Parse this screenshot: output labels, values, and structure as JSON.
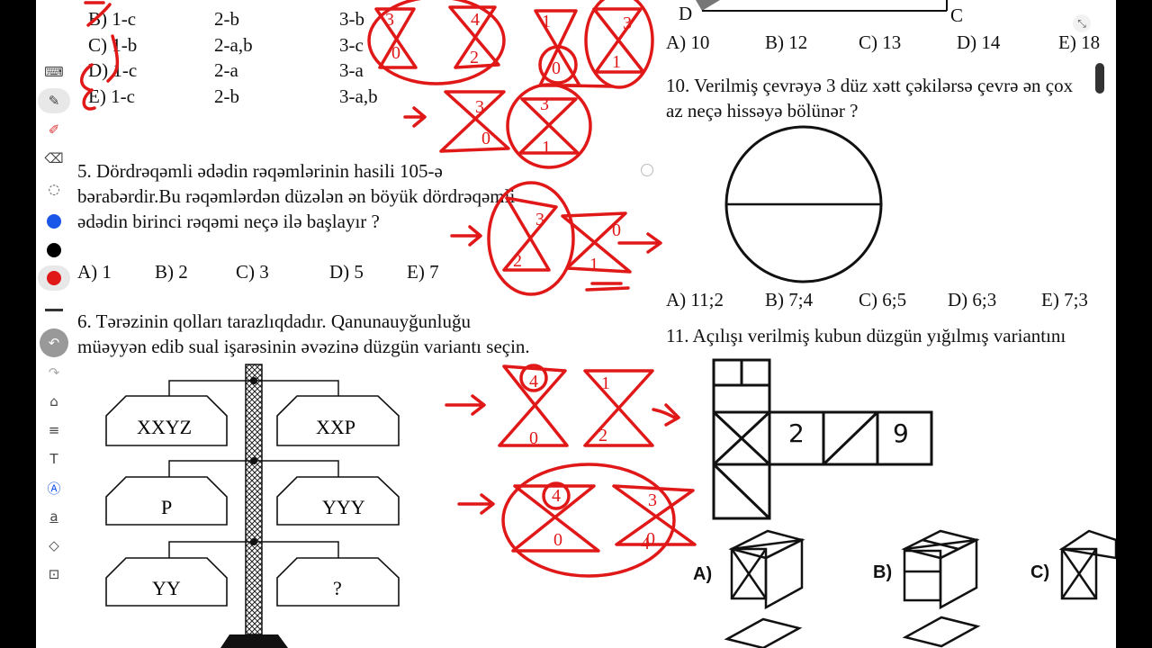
{
  "toolbar": {
    "tools": [
      "keyboard-icon",
      "pen-icon",
      "highlighter-icon",
      "eraser-icon",
      "lasso-icon",
      "color-blue",
      "color-black",
      "color-red",
      "undo-icon",
      "redo-icon",
      "shape-icon",
      "text-format-icon",
      "text-icon",
      "style-icon",
      "field-icon",
      "shapes-icon",
      "lock-icon"
    ],
    "colors": {
      "blue": "#1a56e8",
      "black": "#000000",
      "red": "#e01818"
    }
  },
  "q4": {
    "rows": [
      {
        "opt": "B) 1-c",
        "c2": "2-b",
        "c3": "3-b"
      },
      {
        "opt": "C) 1-b",
        "c2": "2-a,b",
        "c3": "3-c"
      },
      {
        "opt": "D) 1-c",
        "c2": "2-a",
        "c3": "3-a"
      },
      {
        "opt": "E) 1-c",
        "c2": "2-b",
        "c3": "3-a,b"
      }
    ]
  },
  "q5": {
    "line1": "5. Dördrəqəmli ədədin rəqəmlərinin hasili 105-ə",
    "line2": "bərabərdir.Bu rəqəmlərdən düzələn ən böyük dördrəqəmli",
    "line3": "ədədin birinci rəqəmi neçə ilə başlayır ?",
    "options": [
      "A) 1",
      "B) 2",
      "C) 3",
      "D) 5",
      "E) 7"
    ]
  },
  "q6": {
    "line1": "6. Tərəzinin qolları tarazlıqdadır. Qanunauyğunluğu",
    "line2": "müəyyən edib sual işarəsinin əvəzinə düzgün variantı seçin.",
    "boxes": [
      "XXYZ",
      "XXP",
      "P",
      "YYY",
      "YY",
      "?"
    ]
  },
  "q9": {
    "corner_d": "D",
    "corner_c": "C",
    "options": [
      "A) 10",
      "B) 12",
      "C) 13",
      "D) 14",
      "E) 18"
    ]
  },
  "q10": {
    "line1": "10. Verilmiş çevrəyə 3 düz xətt çəkilərsə çevrə ən çox",
    "line2": "az neçə hissəyə bölünər ?",
    "options": [
      "A) 11;2",
      "B) 7;4",
      "C) 6;5",
      "D) 6;3",
      "E) 7;3"
    ]
  },
  "q11": {
    "line1": "11. Açılışı verilmiş kubun düzgün yığılmış variantını",
    "net_digits": [
      "2",
      "9"
    ],
    "options": [
      "A)",
      "B)",
      "C)"
    ]
  },
  "annotations": {
    "digits": [
      "3",
      "4",
      "0",
      "2",
      "1",
      "0",
      "3",
      "1",
      "3",
      "3",
      "1",
      "0",
      "3",
      "2",
      "0",
      "1",
      "4",
      "1",
      "0",
      "2",
      "4",
      "0",
      "3",
      "0",
      "4"
    ]
  }
}
